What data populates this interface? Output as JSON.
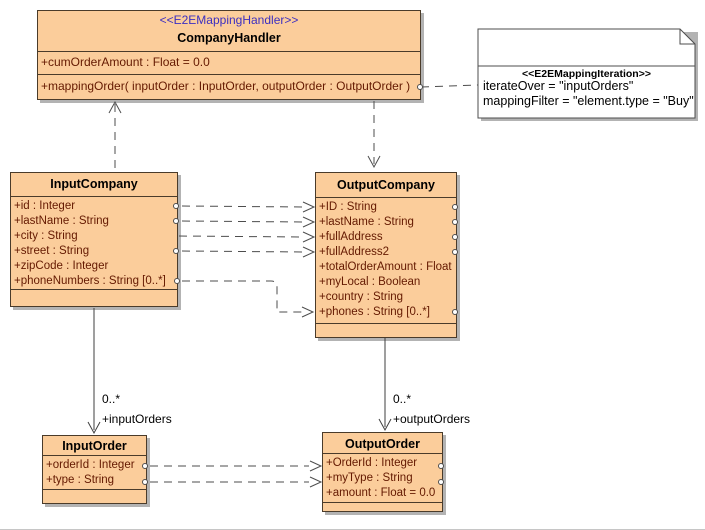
{
  "colors": {
    "class_fill": "#fbcd9b",
    "class_border": "#4a3b2a",
    "attribute_text": "#641900",
    "stereotype_text": "#3c2fc1",
    "line_color": "#4d4d4d",
    "shadow": "#b3b3b3",
    "background": "#ffffff"
  },
  "classes": {
    "company_handler": {
      "stereotype": "<<E2EMappingHandler>>",
      "name": "CompanyHandler",
      "attributes": [
        "+cumOrderAmount : Float = 0.0"
      ],
      "operations": [
        "+mappingOrder( inputOrder : InputOrder, outputOrder : OutputOrder )"
      ]
    },
    "input_company": {
      "name": "InputCompany",
      "attributes": [
        "+id : Integer",
        "+lastName : String",
        "+city : String",
        "+street : String",
        "+zipCode : Integer",
        "+phoneNumbers : String [0..*]"
      ]
    },
    "output_company": {
      "name": "OutputCompany",
      "attributes": [
        "+ID : String",
        "+lastName : String",
        "+fullAddress",
        "+fullAddress2",
        "+totalOrderAmount : Float",
        "+myLocal : Boolean",
        "+country : String",
        "+phones : String [0..*]"
      ]
    },
    "input_order": {
      "name": "InputOrder",
      "attributes": [
        "+orderId : Integer",
        "+type : String"
      ]
    },
    "output_order": {
      "name": "OutputOrder",
      "attributes": [
        "+OrderId : Integer",
        "+myType : String",
        "+amount : Float = 0.0"
      ]
    }
  },
  "note": {
    "stereotype": "<<E2EMappingIteration>>",
    "line1": "iterateOver = \"inputOrders\"",
    "line2": "mappingFilter = \"element.type = \"Buy\""
  },
  "associations": {
    "input_orders": {
      "multiplicity": "0..*",
      "role": "+inputOrders"
    },
    "output_orders": {
      "multiplicity": "0..*",
      "role": "+outputOrders"
    }
  }
}
